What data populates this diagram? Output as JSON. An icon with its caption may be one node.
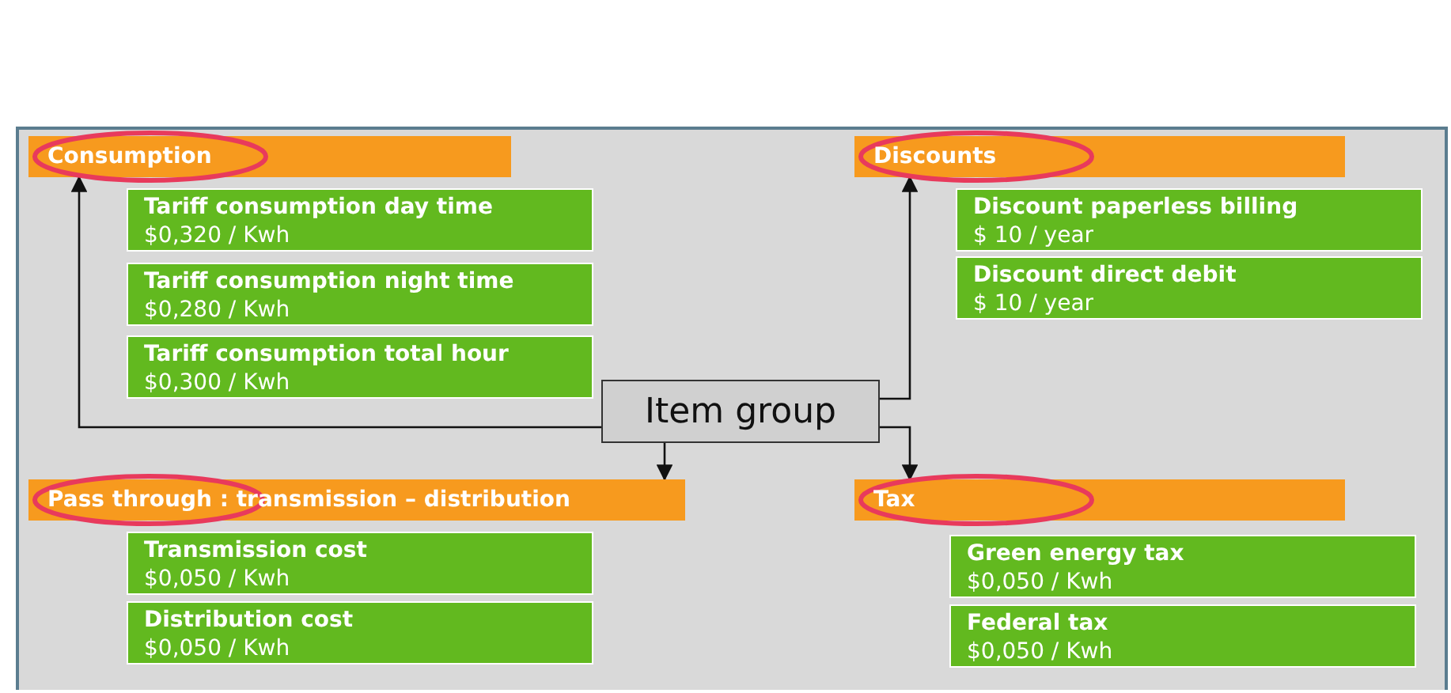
{
  "diagram": {
    "nodes": [
      {
        "text": [
          "Consumption"
        ]
      },
      {
        "text": [
          "Tariff consumption day time",
          "$0,320 / Kwh"
        ]
      },
      {
        "text": [
          "Tariff consumption night time",
          "$0,280 / Kwh"
        ]
      },
      {
        "text": [
          "Tariff consumption total hour",
          "$0,300 / Kwh"
        ]
      },
      {
        "text": [
          "Discounts"
        ]
      },
      {
        "text": [
          "Discount paperless billing",
          "$ 10 / year"
        ]
      },
      {
        "text": [
          "Discount direct debit",
          "$ 10 / year"
        ]
      },
      {
        "text": [
          "Item group"
        ]
      },
      {
        "text": [
          "Pass through : transmission – distribution"
        ]
      },
      {
        "text": [
          "Transmission cost",
          "$0,050 / Kwh"
        ]
      },
      {
        "text": [
          "Distribution cost",
          "$0,050 / Kwh"
        ]
      },
      {
        "text": [
          "Tax"
        ]
      },
      {
        "text": [
          "Green energy tax",
          "$0,050 / Kwh"
        ]
      },
      {
        "text": [
          "Federal tax",
          "$0,050 / Kwh"
        ]
      }
    ],
    "edges": [
      {
        "from": 7,
        "to": 0,
        "arrow": "to"
      },
      {
        "from": 7,
        "to": 4,
        "arrow": "to"
      },
      {
        "from": 7,
        "to": 8,
        "arrow": "to"
      },
      {
        "from": 7,
        "to": 11,
        "arrow": "to"
      }
    ]
  }
}
